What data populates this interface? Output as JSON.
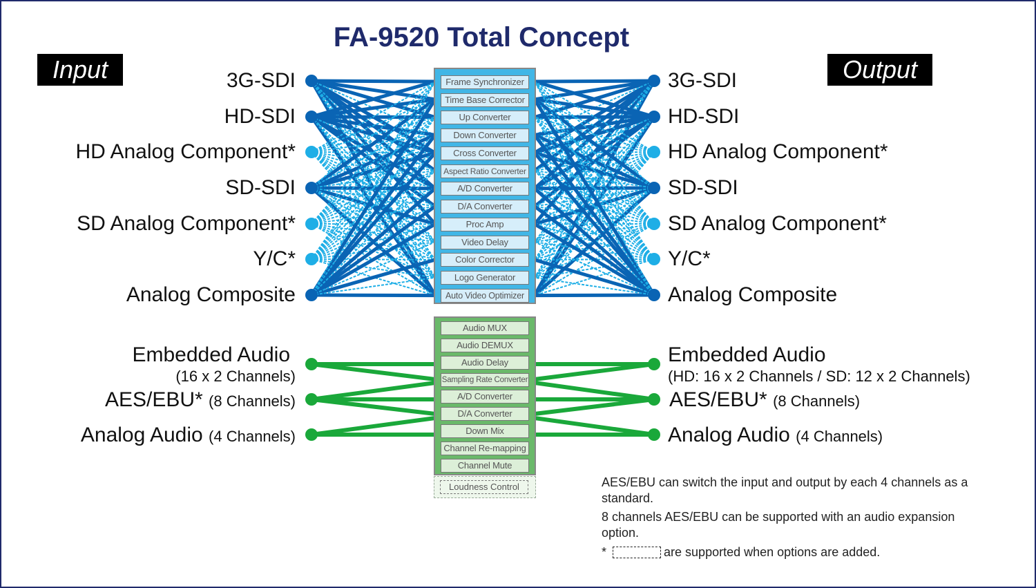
{
  "title": "FA-9520 Total Concept",
  "input_tag": "Input",
  "output_tag": "Output",
  "video_ports": [
    {
      "label": "3G-SDI",
      "optional": false
    },
    {
      "label": "HD-SDI",
      "optional": false
    },
    {
      "label": "HD Analog Component*",
      "optional": true
    },
    {
      "label": "SD-SDI",
      "optional": false
    },
    {
      "label": "SD Analog Component*",
      "optional": true
    },
    {
      "label": "Y/C*",
      "optional": true
    },
    {
      "label": "Analog Composite",
      "optional": false
    }
  ],
  "video_functions": [
    "Frame Synchronizer",
    "Time Base Corrector",
    "Up Converter",
    "Down Converter",
    "Cross Converter",
    "Aspect Ratio Converter",
    "A/D Converter",
    "D/A Converter",
    "Proc Amp",
    "Video Delay",
    "Color Corrector",
    "Logo Generator",
    "Auto Video Optimizer"
  ],
  "audio_functions": [
    "Audio MUX",
    "Audio DEMUX",
    "Audio Delay",
    "Sampling Rate Converter",
    "A/D Converter",
    "D/A Converter",
    "Down Mix",
    "Channel Re-mapping",
    "Channel Mute"
  ],
  "audio_optional_function": "Loudness Control",
  "audio_in": [
    {
      "label": "Embedded Audio",
      "detail": "(16 x 2 Channels)"
    },
    {
      "label": "AES/EBU*",
      "detail": "(8 Channels)"
    },
    {
      "label": "Analog Audio",
      "detail": "(4 Channels)"
    }
  ],
  "audio_out": [
    {
      "label": "Embedded Audio",
      "detail": "(HD: 16 x 2 Channels / SD: 12 x 2 Channels)"
    },
    {
      "label": "AES/EBU*",
      "detail": "(8 Channels)"
    },
    {
      "label": "Analog Audio",
      "detail": "(4 Channels)"
    }
  ],
  "notes": {
    "n1": "AES/EBU can switch the input and output by each 4 channels as a standard.",
    "n2": "8 channels AES/EBU can be supported with an audio expansion option.",
    "n3_prefix": "*",
    "n3_suffix": "are supported when options are added."
  },
  "colors": {
    "video_solid": "#0a64b4",
    "video_optional": "#1eaee6",
    "audio": "#1aa83a",
    "title": "#1f2a6b"
  }
}
